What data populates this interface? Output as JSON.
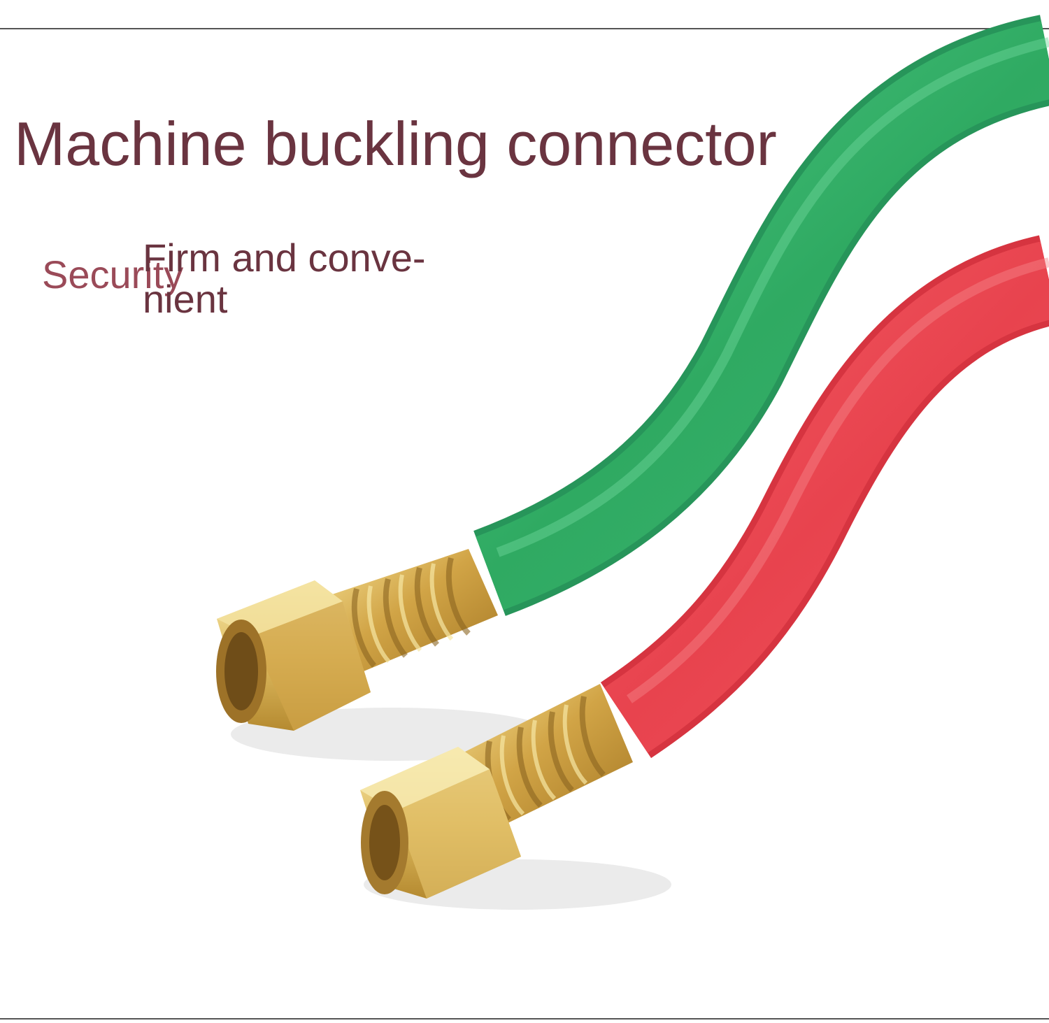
{
  "headline": "Machine buckling connector",
  "features": {
    "security": "Security",
    "firm_line1": "Firm and conve-",
    "firm_line2": "nient"
  },
  "colors": {
    "headline_text": "#6a3440",
    "security_text": "#9a4a58",
    "green_hose": "#3cb371",
    "red_hose": "#ef4b55",
    "brass": "#d4aa4a"
  }
}
